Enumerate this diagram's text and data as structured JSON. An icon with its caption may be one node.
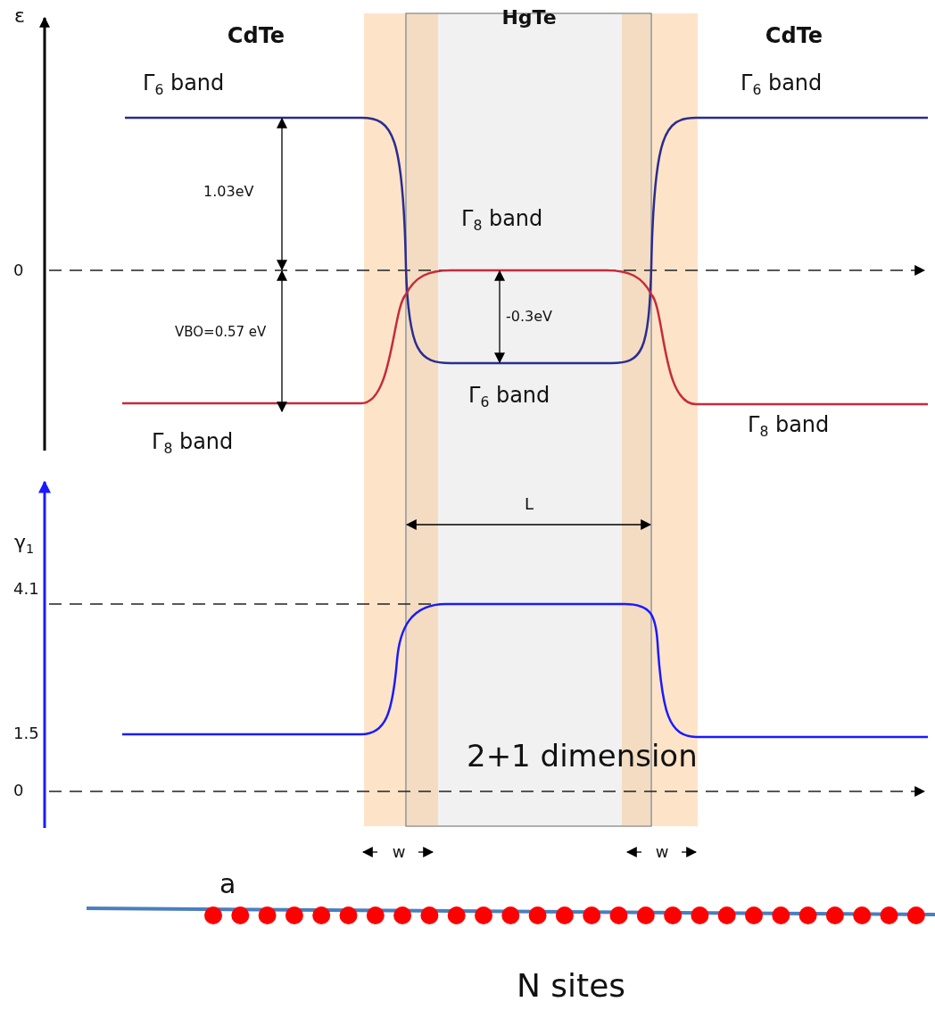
{
  "diagram": {
    "labels": [
      "ε",
      "CdTe",
      "HgTe",
      "CdTe",
      "Γ$_{6}$  band",
      "Γ$_{6}$  band",
      "1.03eV",
      "Γ$_{8}$  band",
      "0",
      "VBO=0.57 eV",
      "-0.3eV",
      "Γ$_{6}$  band",
      "Γ$_{8}$  band",
      "Γ$_{8}$  band",
      "L",
      "γ$_{1}$",
      "4.1",
      "1.5",
      "2+1 dimension",
      "0",
      "w",
      "w",
      "a",
      "N sites"
    ]
  }
}
